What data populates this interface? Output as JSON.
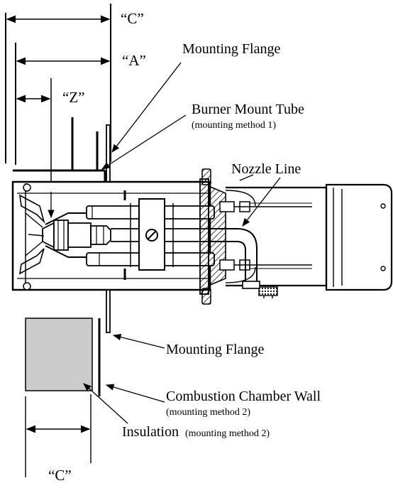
{
  "dimensions": {
    "c_top": "“C”",
    "a": "“A”",
    "z": "“Z”",
    "c_bottom": "“C”"
  },
  "labels": {
    "mounting_flange_top": "Mounting Flange",
    "burner_mount_tube": "Burner Mount Tube",
    "burner_mount_tube_note": "(mounting method 1)",
    "nozzle_line": "Nozzle Line",
    "mounting_flange_bottom": "Mounting Flange",
    "combustion_chamber_wall": "Combustion Chamber Wall",
    "combustion_chamber_wall_note": "(mounting method 2)",
    "insulation": "Insulation",
    "insulation_note": "(mounting method 2)"
  },
  "colors": {
    "line": "#000000",
    "insulation_fill": "#cccccc",
    "background": "#ffffff"
  }
}
